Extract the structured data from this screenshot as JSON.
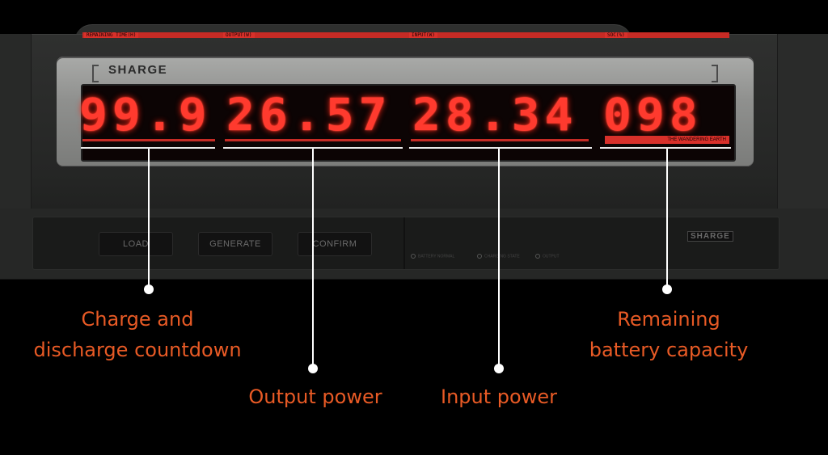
{
  "device": {
    "brand": "SHARGE",
    "panel_brand": "SHARGE",
    "labels": {
      "remaining_time": "REMAINING TIME(H)",
      "output": "OUTPUT(W)",
      "input": "INPUT(W)",
      "soc": "SOC(%)"
    },
    "readings": {
      "remaining_time": "99.9",
      "output": "26.57",
      "input": "28.34",
      "soc": "098"
    },
    "tagline": "THE WANDERING EARTH",
    "buttons": [
      "LOAD",
      "GENERATE",
      "CONFIRM"
    ],
    "indicators": [
      "BATTERY NORMAL",
      "CHARGING STATE",
      "OUTPUT"
    ]
  },
  "captions": {
    "countdown": [
      "Charge and",
      "discharge countdown"
    ],
    "output": "Output power",
    "input": "Input power",
    "capacity": [
      "Remaining",
      "battery capacity"
    ]
  },
  "colors": {
    "accent": "#e85a25",
    "display": "#ff3a2e"
  }
}
